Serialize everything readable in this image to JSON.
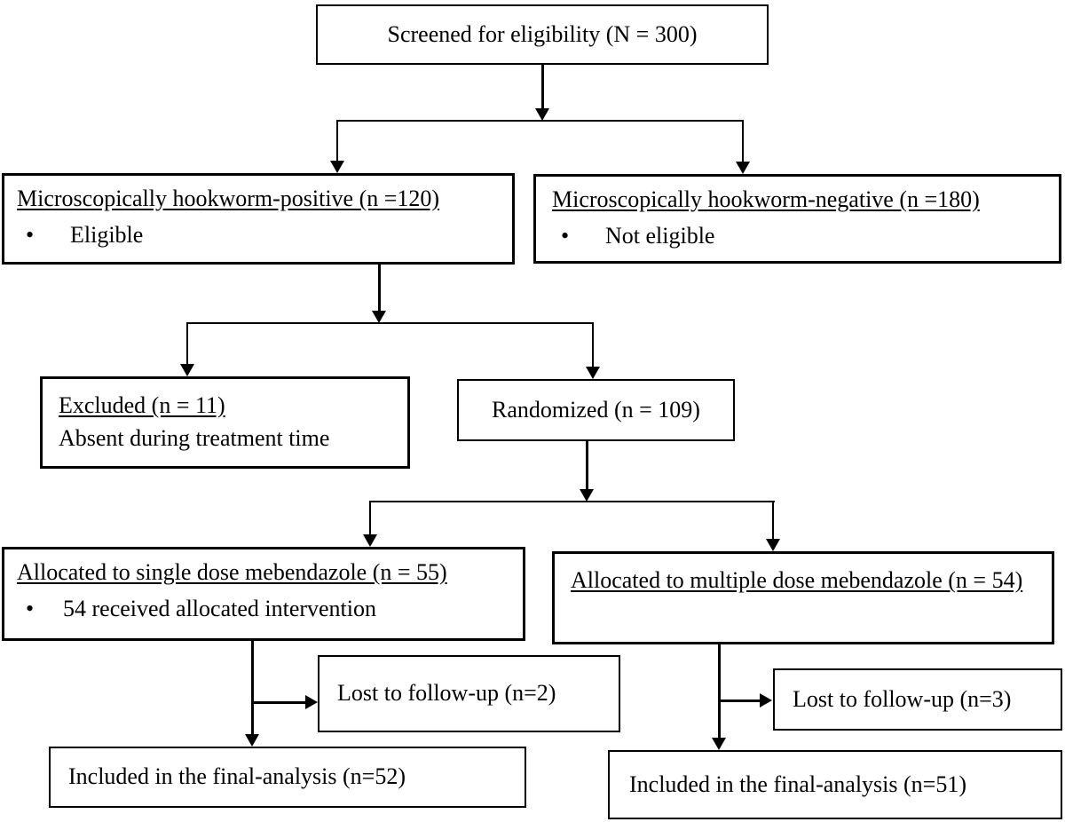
{
  "figure": {
    "type": "consort-flowchart",
    "colors": {
      "background": "#ffffff",
      "border": "#000000",
      "text": "#000000",
      "line": "#000000"
    },
    "nodes": {
      "screened": {
        "title": "Screened for eligibility (N = 300)"
      },
      "positive": {
        "title": "Microscopically hookworm-positive (n =120)",
        "bullet": "Eligible"
      },
      "negative": {
        "title": "Microscopically hookworm-negative (n =180)",
        "bullet": "Not eligible"
      },
      "excluded": {
        "title": "Excluded (n = 11)",
        "detail": "Absent during treatment time"
      },
      "randomized": {
        "title": "Randomized (n = 109)"
      },
      "allocated_single": {
        "title": "Allocated to single dose mebendazole (n = 55)",
        "bullet": "54 received allocated intervention"
      },
      "allocated_multiple": {
        "title": "Allocated to multiple dose mebendazole (n = 54)"
      },
      "lost_single": {
        "title": "Lost to follow-up (n=2)"
      },
      "lost_multiple": {
        "title": "Lost to follow-up (n=3)"
      },
      "final_single": {
        "title": "Included in the final-analysis (n=52)"
      },
      "final_multiple": {
        "title": "Included in the final-analysis (n=51)"
      }
    }
  }
}
